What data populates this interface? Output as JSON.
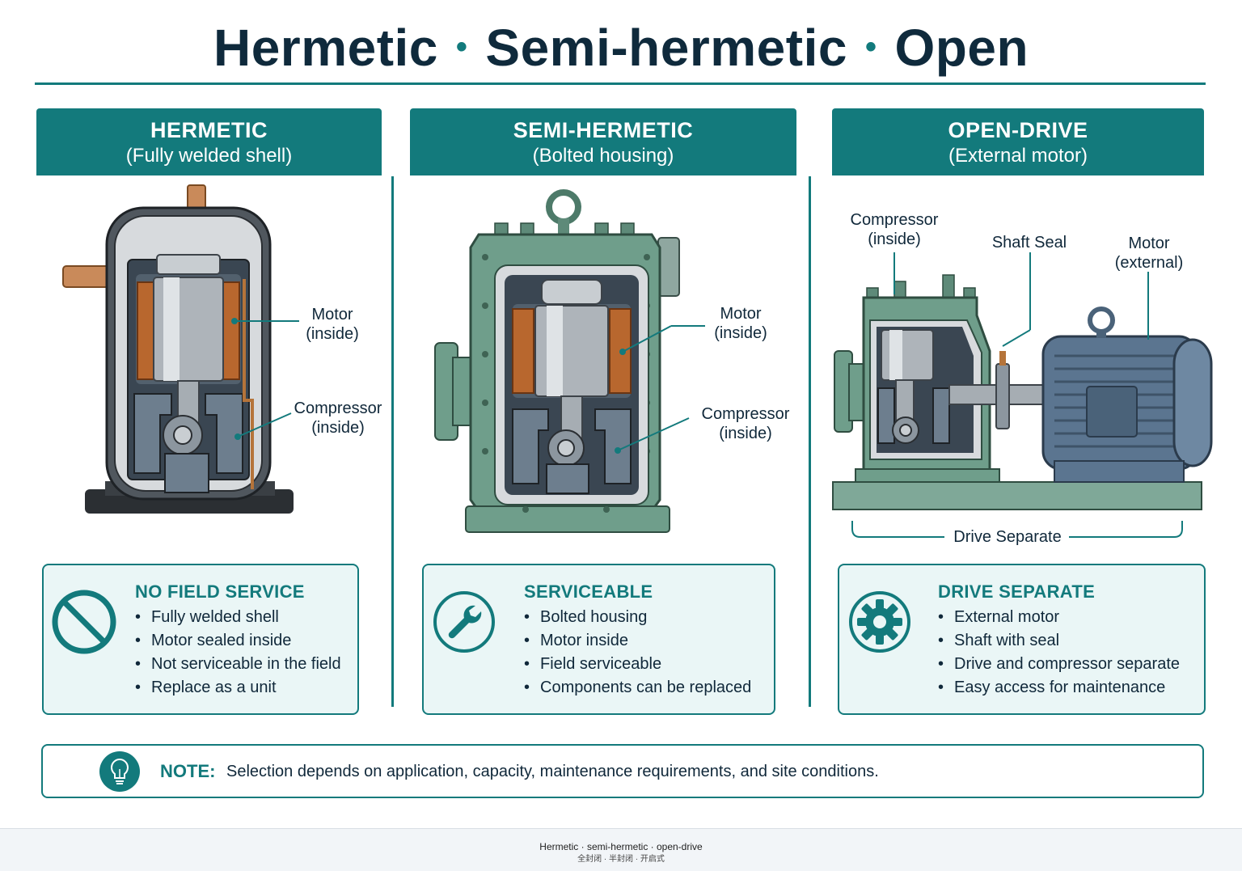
{
  "title": {
    "part1": "Hermetic",
    "part2": "Semi-hermetic",
    "part3": "Open",
    "separator": "•"
  },
  "columns": [
    {
      "heading": "HERMETIC",
      "subheading": "(Fully welded shell)",
      "callouts": [
        {
          "line1": "Motor",
          "line2": "(inside)"
        },
        {
          "line1": "Compressor",
          "line2": "(inside)"
        }
      ],
      "info": {
        "icon": "prohibited-icon",
        "heading": "NO FIELD SERVICE",
        "bullets": [
          "Fully welded shell",
          "Motor sealed inside",
          "Not serviceable in the field",
          "Replace as a unit"
        ]
      }
    },
    {
      "heading": "SEMI-HERMETIC",
      "subheading": "(Bolted housing)",
      "callouts": [
        {
          "line1": "Motor",
          "line2": "(inside)"
        },
        {
          "line1": "Compressor",
          "line2": "(inside)"
        }
      ],
      "info": {
        "icon": "wrench-icon",
        "heading": "SERVICEABLE",
        "bullets": [
          "Bolted housing",
          "Motor inside",
          "Field serviceable",
          "Components can be replaced"
        ]
      }
    },
    {
      "heading": "OPEN-DRIVE",
      "subheading": "(External motor)",
      "callouts": [
        {
          "line1": "Compressor",
          "line2": "(inside)"
        },
        {
          "line1": "Shaft Seal",
          "line2": ""
        },
        {
          "line1": "Motor",
          "line2": "(external)"
        }
      ],
      "bracket_label": "Drive Separate",
      "info": {
        "icon": "gear-icon",
        "heading": "DRIVE SEPARATE",
        "bullets": [
          "External motor",
          "Shaft with seal",
          "Drive and compressor separate",
          "Easy access for maintenance"
        ]
      }
    }
  ],
  "note": {
    "icon": "lightbulb-icon",
    "label": "NOTE:",
    "text": "Selection depends on application, capacity, maintenance requirements, and site conditions."
  },
  "footer": {
    "line1": "Hermetic · semi-hermetic · open-drive",
    "line2": "全封闭 · 半封闭 · 开启式"
  },
  "colors": {
    "accent": "#137a7c",
    "dark_text": "#0f2a3c",
    "panel_bg": "#eaf6f6",
    "casing_green": "#6f9e8b",
    "motor_blue": "#5b7590",
    "copper": "#b5743a"
  }
}
